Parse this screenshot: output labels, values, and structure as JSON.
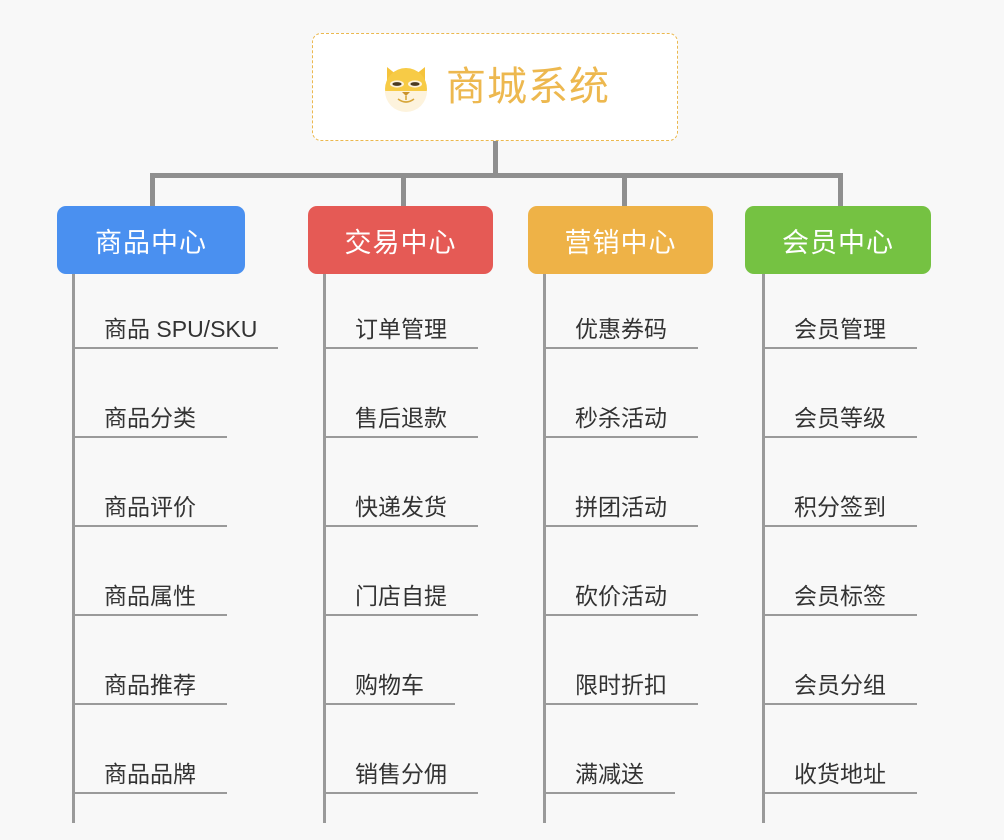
{
  "page": {
    "background_color": "#f8f8f8",
    "connector_color": "#8f8f8f",
    "leaf_line_color": "#9a9a9a"
  },
  "root": {
    "title": "商城系统",
    "icon": "shiba-dog-icon",
    "text_color": "#edb84f",
    "border_color": "#ebb84f",
    "background_color": "#ffffff"
  },
  "categories": [
    {
      "label": "商品中心",
      "color": "#4a90f0",
      "items": [
        "商品 SPU/SKU",
        "商品分类",
        "商品评价",
        "商品属性",
        "商品推荐",
        "商品品牌"
      ]
    },
    {
      "label": "交易中心",
      "color": "#e55a55",
      "items": [
        "订单管理",
        "售后退款",
        "快递发货",
        "门店自提",
        "购物车",
        "销售分佣"
      ]
    },
    {
      "label": "营销中心",
      "color": "#eeb247",
      "items": [
        "优惠券码",
        "秒杀活动",
        "拼团活动",
        "砍价活动",
        "限时折扣",
        "满减送"
      ]
    },
    {
      "label": "会员中心",
      "color": "#75c242",
      "items": [
        "会员管理",
        "会员等级",
        "积分签到",
        "会员标签",
        "会员分组",
        "收货地址"
      ]
    }
  ]
}
